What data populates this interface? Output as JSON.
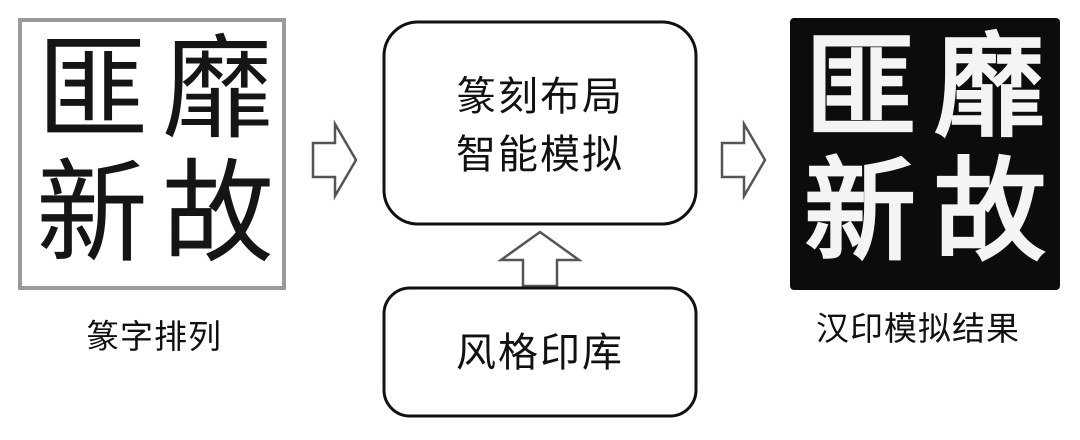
{
  "input_seal": {
    "chars": [
      "靡",
      "故",
      "匪",
      "新"
    ],
    "caption": "篆字排列"
  },
  "process_box": {
    "line1": "篆刻布局",
    "line2": "智能模拟"
  },
  "library_box": {
    "label": "风格印库"
  },
  "output_seal": {
    "chars": [
      "靡",
      "故",
      "匪",
      "新"
    ],
    "caption": "汉印模拟结果"
  },
  "colors": {
    "stroke": "#111111",
    "input_border": "#9a9a9a",
    "seal_fill": "#0c0c0c",
    "seal_text": "#f4f4f4",
    "arrow_fill": "#ffffff"
  }
}
